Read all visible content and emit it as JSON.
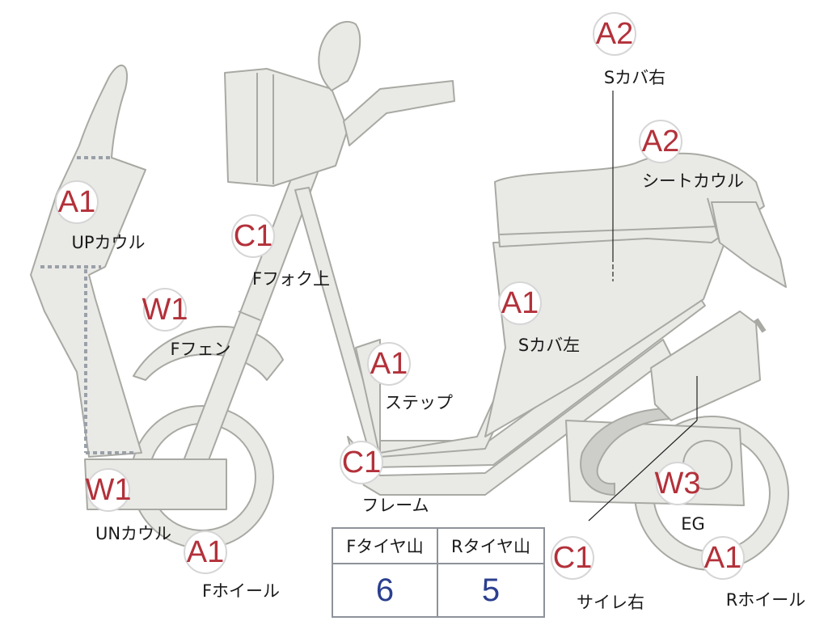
{
  "parts": [
    {
      "id": "s-cover-right",
      "code": "A2",
      "label": "Sカバ右"
    },
    {
      "id": "seat-cowl",
      "code": "A2",
      "label": "シートカウル"
    },
    {
      "id": "up-cowl",
      "code": "A1",
      "label": "UPカウル"
    },
    {
      "id": "f-fork-upper",
      "code": "C1",
      "label": "Fフォク上"
    },
    {
      "id": "f-fender",
      "code": "W1",
      "label": "Fフェン"
    },
    {
      "id": "s-cover-left",
      "code": "A1",
      "label": "Sカバ左"
    },
    {
      "id": "step",
      "code": "A1",
      "label": "ステップ"
    },
    {
      "id": "frame",
      "code": "C1",
      "label": "フレーム"
    },
    {
      "id": "un-cowl",
      "code": "W1",
      "label": "UNカウル"
    },
    {
      "id": "f-wheel",
      "code": "A1",
      "label": "Fホイール"
    },
    {
      "id": "engine",
      "code": "W3",
      "label": "EG"
    },
    {
      "id": "silencer-right",
      "code": "C1",
      "label": "サイレ右"
    },
    {
      "id": "r-wheel",
      "code": "A1",
      "label": "Rホイール"
    }
  ],
  "tire_depth": {
    "headers": [
      "Fタイヤ山",
      "Rタイヤ山"
    ],
    "values": [
      "6",
      "5"
    ]
  },
  "colors": {
    "code_text": "#b3313a",
    "tire_value": "#2b3f8f",
    "body_fill": "#e9e9e6",
    "body_outline": "#a9a9a4"
  }
}
